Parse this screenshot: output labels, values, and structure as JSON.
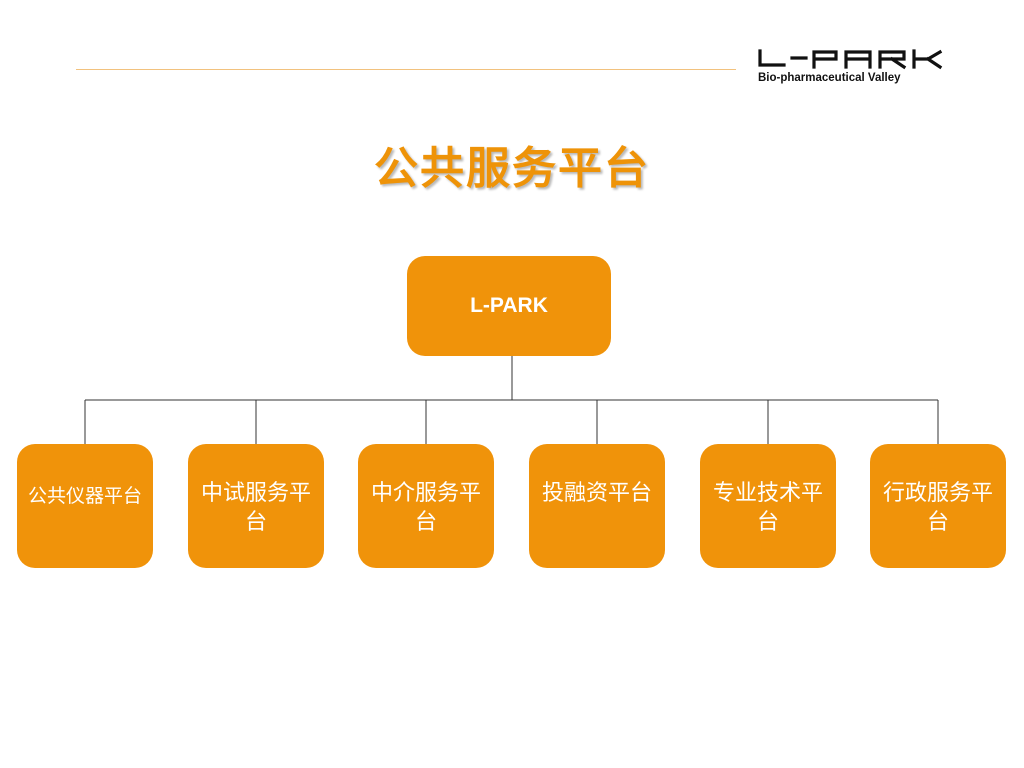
{
  "header": {
    "logo_text": "L-PARK",
    "logo_subtitle": "Bio-pharmaceutical Valley"
  },
  "title": "公共服务平台",
  "colors": {
    "accent": "#f0930a",
    "title": "#ee9308",
    "rule": "#f2c27e",
    "line": "#333333"
  },
  "org_chart": {
    "root": "L-PARK",
    "children": [
      "公共仪器平台",
      "中试服务平台",
      "中介服务平台",
      "投融资平台",
      "专业技术平台",
      "行政服务平台"
    ]
  }
}
